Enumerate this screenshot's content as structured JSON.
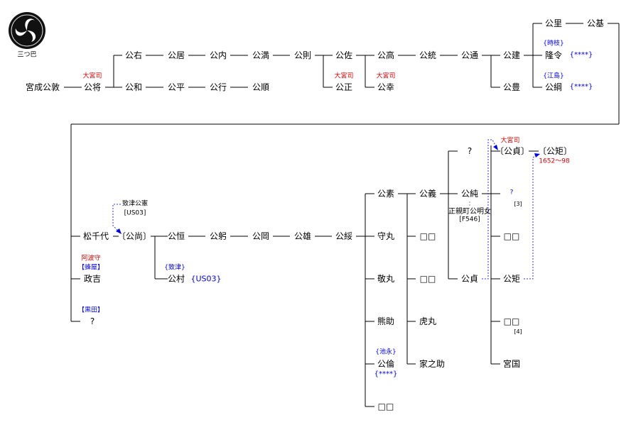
{
  "crest": {
    "caption": "三つ巴",
    "icon": "mitsudomoe-crest-icon"
  },
  "colors": {
    "line": "#000000",
    "office": "#e00000",
    "annotation": "#0000ee",
    "link": "#3333ff"
  },
  "top": {
    "p0": "宮成公敦",
    "p1": "公将",
    "p2": "大宮司",
    "p3": "公右",
    "p4": "公居",
    "p5": "公内",
    "p6": "公満",
    "p7": "公則",
    "p8": "公和",
    "p9": "公平",
    "p10": "公行",
    "p11": "公順",
    "p12": "公佐",
    "p13": "公正",
    "p14": "大宮司",
    "p15": "公高",
    "p16": "公幸",
    "p17": "大宮司",
    "p18": "公統",
    "p19": "公通",
    "p20": "公建",
    "p21": "公豊",
    "p22": "公里",
    "p23": "公基",
    "p24": "{時枝}",
    "p25": "隆令",
    "p26": "{****}",
    "p27": "{江島}",
    "p28": "公綱",
    "p29": "{****}"
  },
  "bottom": {
    "q0": "松千代",
    "q1": "阿波守",
    "q2": "【蜂屋】",
    "q3": "政吉",
    "q4": "【黒田】",
    "q5": "?",
    "q6": "致津公憲",
    "q7": "[US03]",
    "q8": "〔公尚〕",
    "q9": "公恒",
    "q10": "公躬",
    "q11": "公岡",
    "q12": "公雄",
    "q13": "公綏",
    "q14": "{致津}",
    "q15": "公村",
    "q16": "{US03}",
    "q17": "公素",
    "q18": "守丸",
    "q19": "敬丸",
    "q20": "熊助",
    "q21": "{池永}",
    "q22": "公倫",
    "q23": "{****}",
    "q24": "□□",
    "q25": "公義",
    "q26": "□□",
    "q27": "□□",
    "q28": "虎丸",
    "q29": "家之助",
    "q30": "?",
    "q31": "公純",
    "q32": "正親町公明女",
    "q33": "[F546]",
    "q34": "公貞",
    "q35": "大宮司",
    "q36": "〔公貞〕",
    "q37": "?",
    "q38": "[3]",
    "q39": "□□",
    "q40": "公矩",
    "q41": "□□",
    "q42": "[4]",
    "q43": "宮国",
    "q44": "〔公矩〕",
    "q45": "1652～98"
  }
}
